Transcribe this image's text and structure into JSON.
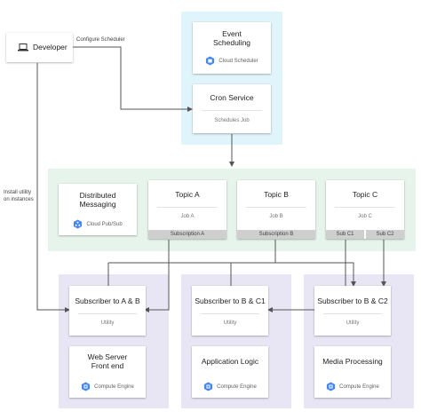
{
  "developer": {
    "label": "Developer",
    "icon": "laptop-icon"
  },
  "notes": {
    "configure": "Configure Scheduler",
    "install_line1": "Install utility",
    "install_line2": "on instances"
  },
  "scheduler": {
    "event_title_line1": "Event",
    "event_title_line2": "Scheduling",
    "event_service": "Cloud Scheduler",
    "cron_title": "Cron Service",
    "cron_sub": "Schedules Job"
  },
  "messaging": {
    "title_line1": "Distributed",
    "title_line2": "Messaging",
    "service": "Cloud Pub/Sub"
  },
  "topics": [
    {
      "title": "Topic A",
      "job": "Job A",
      "subs": [
        "Subscription A"
      ]
    },
    {
      "title": "Topic B",
      "job": "Job B",
      "subs": [
        "Subscription B"
      ]
    },
    {
      "title": "Topic C",
      "job": "Job C",
      "subs": [
        "Sub C1",
        "Sub C2"
      ]
    }
  ],
  "subscribers": [
    {
      "title": "Subscriber to A & B",
      "sub": "Utility",
      "app_line1": "Web Server",
      "app_line2": "Front end",
      "service": "Compute Engine"
    },
    {
      "title": "Subscriber to B & C1",
      "sub": "Utility",
      "app_line1": "Application Logic",
      "app_line2": "",
      "service": "Compute Engine"
    },
    {
      "title": "Subscriber to B & C2",
      "sub": "Utility",
      "app_line1": "Media Processing",
      "app_line2": "",
      "service": "Compute Engine"
    }
  ],
  "colors": {
    "scheduler_zone": "#e0f4fb",
    "messaging_zone": "#e6f4ec",
    "subscriber_zone": "#e8e6f4",
    "gcp_blue": "#4285f4",
    "line": "#555555"
  }
}
